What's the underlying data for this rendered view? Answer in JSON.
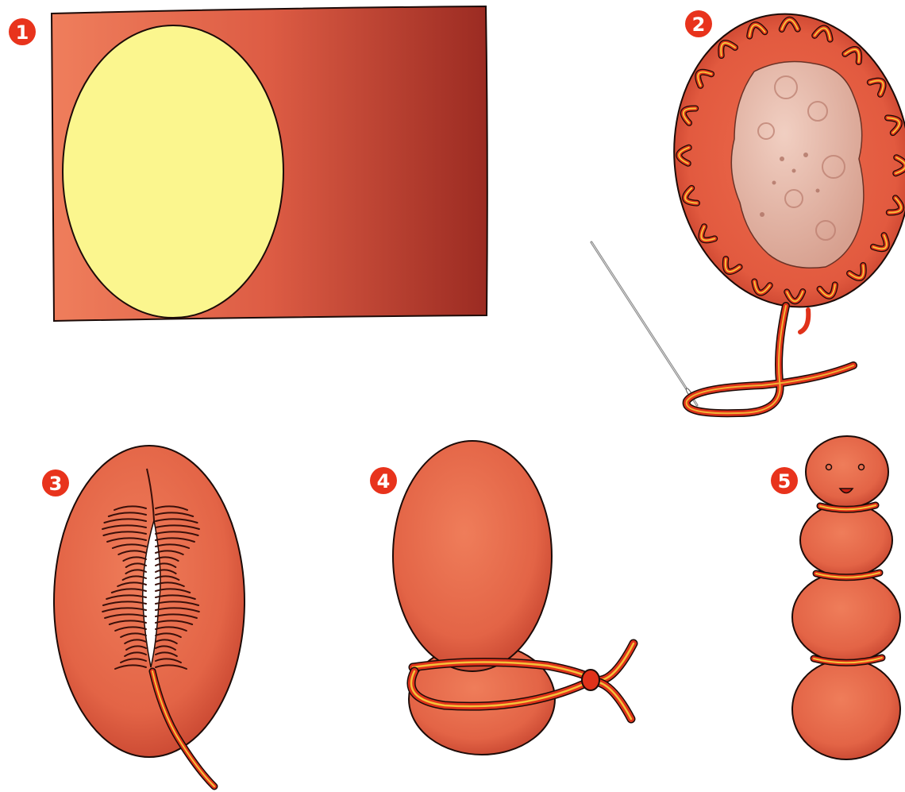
{
  "steps": [
    {
      "number": "1"
    },
    {
      "number": "2"
    },
    {
      "number": "3"
    },
    {
      "number": "4"
    },
    {
      "number": "5"
    }
  ],
  "colors": {
    "fabric_light": "#ee7a57",
    "fabric_dark": "#9a2a22",
    "oval_cutout": "#fbf68e",
    "stuffing": "#e6b8a8",
    "thread_red": "#dd2a12",
    "thread_yellow": "#f3c13a",
    "badge": "#e8331c",
    "outline": "#1c0b08"
  }
}
